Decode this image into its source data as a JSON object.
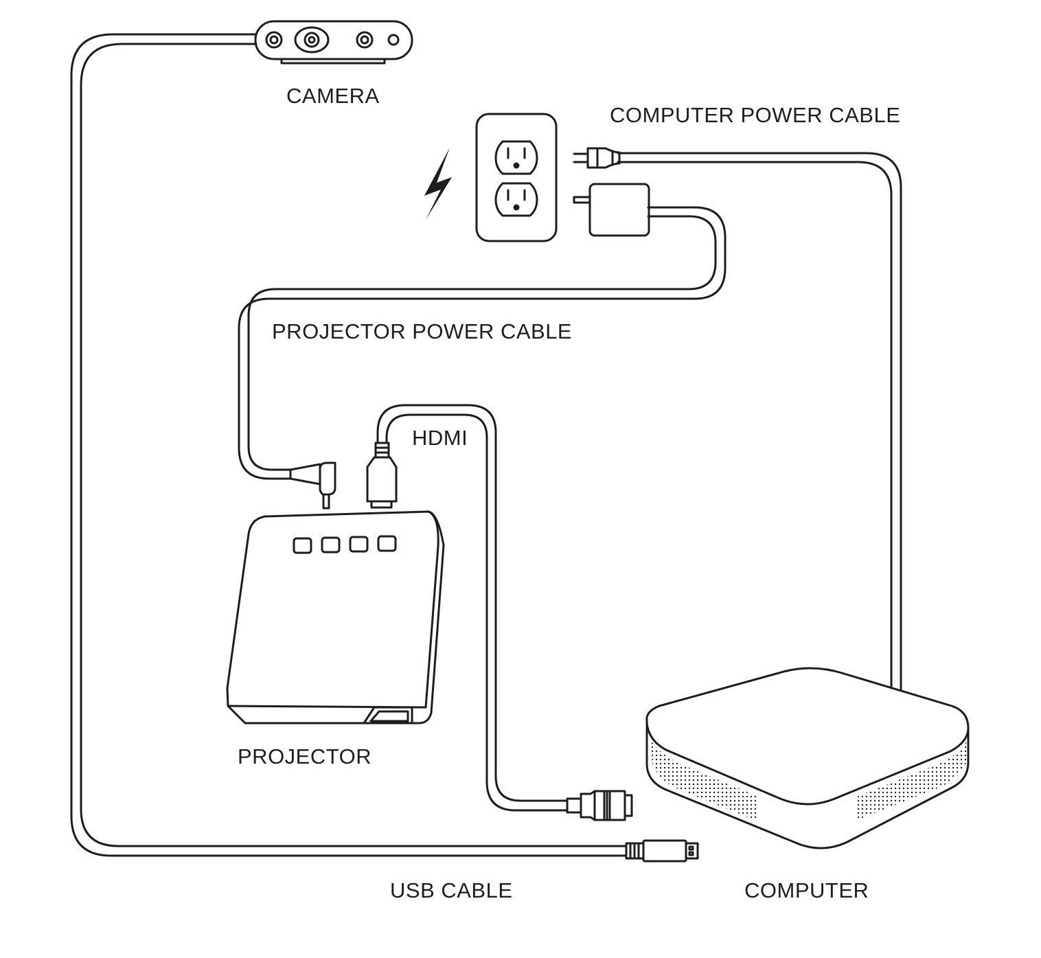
{
  "labels": {
    "camera": "CAMERA",
    "computer_power_cable": "COMPUTER POWER CABLE",
    "projector_power_cable": "PROJECTOR POWER CABLE",
    "hdmi": "HDMI",
    "projector": "PROJECTOR",
    "usb_cable": "USB CABLE",
    "computer": "COMPUTER"
  },
  "colors": {
    "line": "#1d1d1d",
    "background": "#ffffff"
  },
  "icons": [
    "camera-icon",
    "wall-outlet-icon",
    "lightning-bolt-icon",
    "power-adapter-icon",
    "power-plug-icon",
    "projector-icon",
    "computer-icon",
    "hdmi-connector-icon",
    "usb-connector-icon",
    "barrel-connector-icon"
  ]
}
